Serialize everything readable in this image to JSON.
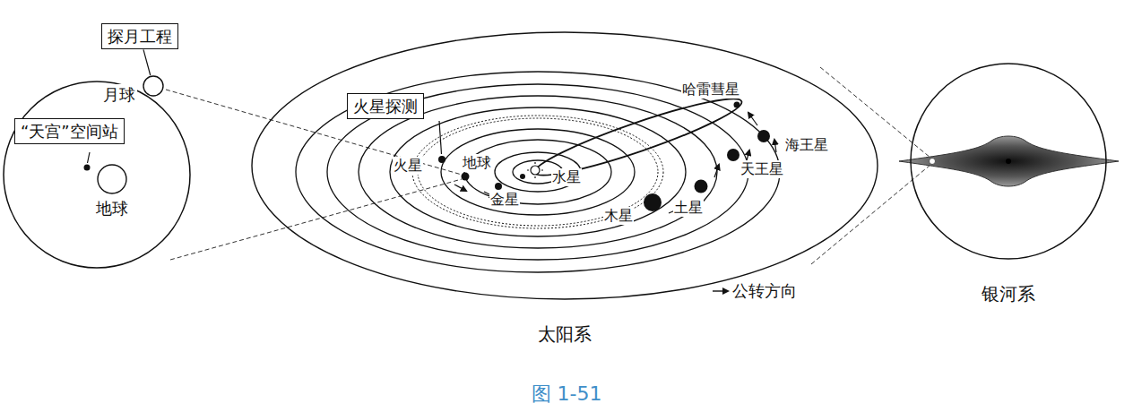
{
  "diagram": {
    "caption": "图 1-51",
    "nodes": [
      {
        "text": [
          "探月工程"
        ]
      },
      {
        "text": [
          "月球"
        ]
      },
      {
        "text": [
          "“天宫”空间站"
        ]
      },
      {
        "text": [
          "地球"
        ]
      },
      {
        "text": [
          "太阳系"
        ]
      },
      {
        "text": [
          "火星探测"
        ],
        "in": 4
      },
      {
        "text": [
          "银河系"
        ]
      }
    ],
    "edges": [
      {
        "from": 0,
        "to": 1,
        "arrow": "none"
      }
    ],
    "labels": [
      "火星",
      "地球",
      "水星",
      "金星",
      "木星",
      "土星",
      "天王星",
      "海王星",
      "哈雷彗星",
      "公转方向"
    ]
  }
}
